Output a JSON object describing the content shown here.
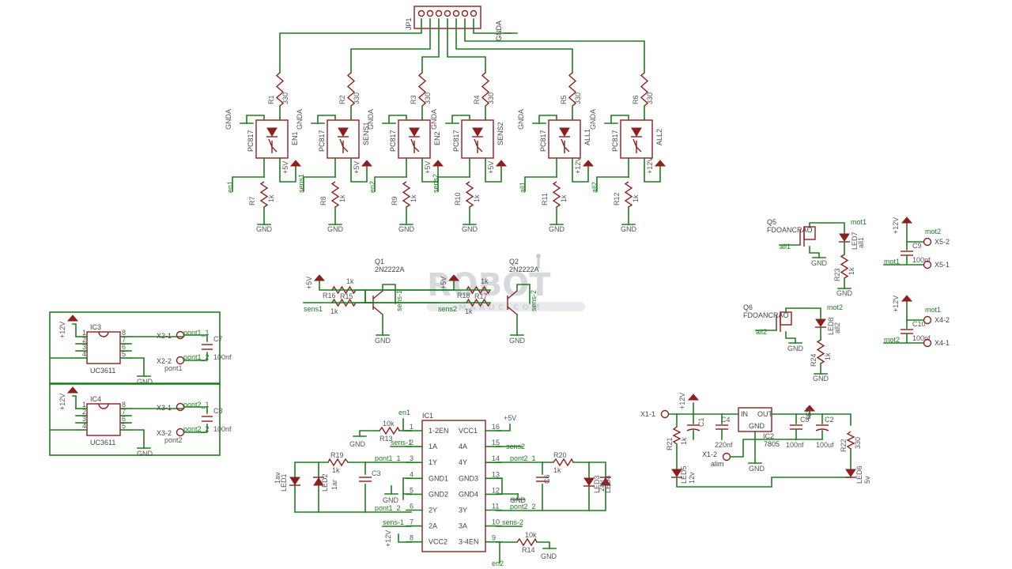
{
  "connector": {
    "name": "JP1",
    "gnd": "GNDA"
  },
  "optos": [
    {
      "ref": "R1",
      "val": "330",
      "opto": "PC817",
      "sig": "EN1",
      "in": "en1",
      "rb": "R7",
      "rbval": "1k",
      "pwr": "+5V",
      "gnd": "GND",
      "gnda": "GNDA"
    },
    {
      "ref": "R2",
      "val": "330",
      "opto": "PC817",
      "sig": "SENS1",
      "in": "sens1",
      "rb": "R8",
      "rbval": "1k",
      "pwr": "+5V",
      "gnd": "GND",
      "gnda": "GNDA"
    },
    {
      "ref": "R3",
      "val": "330",
      "opto": "PC817",
      "sig": "EN2",
      "in": "en2",
      "rb": "R9",
      "rbval": "1k",
      "pwr": "+5V",
      "gnd": "GND",
      "gnda": "GNDA"
    },
    {
      "ref": "R4",
      "val": "330",
      "opto": "PC817",
      "sig": "SENS2",
      "in": "sens2",
      "rb": "R10",
      "rbval": "1k",
      "pwr": "+5V",
      "gnd": "GND",
      "gnda": "GNDA"
    },
    {
      "ref": "R5",
      "val": "330",
      "opto": "PC817",
      "sig": "ALL1",
      "in": "all1",
      "rb": "R11",
      "rbval": "1k",
      "pwr": "+12V",
      "gnd": "GND",
      "gnda": "GNDA"
    },
    {
      "ref": "R6",
      "val": "330",
      "opto": "PC817",
      "sig": "ALL2",
      "in": "all2",
      "rb": "R12",
      "rbval": "1k",
      "pwr": "+12V",
      "gnd": "GND",
      "gnda": "GNDA"
    }
  ],
  "transistors": [
    {
      "ref": "Q1",
      "val": "2N2222A",
      "r_top": "R15",
      "r_top_val": "1k",
      "r_bot": "R16",
      "r_bot_val": "1k",
      "in": "sens1",
      "out": "sens-1",
      "pwr": "+5V",
      "gnd": "GND"
    },
    {
      "ref": "Q2",
      "val": "2N2222A",
      "r_top": "R17",
      "r_top_val": "1k",
      "r_bot": "R18",
      "r_bot_val": "1k",
      "in": "sens2",
      "out": "sens-2",
      "pwr": "+5V",
      "gnd": "GND"
    }
  ],
  "sensors": [
    {
      "ref": "IC3",
      "val": "UC3611",
      "pwr": "+12V",
      "gnd": "GND",
      "x1": "X2-1",
      "x2": "X2-2",
      "cap": "C7",
      "capval": "100nf",
      "n1": "pont1_1",
      "n2": "pont1_2",
      "n3": "pont1"
    },
    {
      "ref": "IC4",
      "val": "UC3611",
      "pwr": "+12V",
      "gnd": "GND",
      "x1": "X3-1",
      "x2": "X3-2",
      "cap": "C8",
      "capval": "100nf",
      "n1": "pont2_1",
      "n2": "pont2_2",
      "n3": "pont2"
    }
  ],
  "driver": {
    "ref": "IC1",
    "left_pins": [
      {
        "n": "1",
        "l": "1-2EN"
      },
      {
        "n": "2",
        "l": "1A"
      },
      {
        "n": "3",
        "l": "1Y"
      },
      {
        "n": "4",
        "l": "GND1"
      },
      {
        "n": "5",
        "l": "GND2"
      },
      {
        "n": "6",
        "l": "2Y"
      },
      {
        "n": "7",
        "l": "2A"
      },
      {
        "n": "8",
        "l": "VCC2"
      }
    ],
    "right_pins": [
      {
        "n": "16",
        "l": "VCC1"
      },
      {
        "n": "15",
        "l": "4A"
      },
      {
        "n": "14",
        "l": "4Y"
      },
      {
        "n": "13",
        "l": "GND3"
      },
      {
        "n": "12",
        "l": "GND4"
      },
      {
        "n": "11",
        "l": "3Y"
      },
      {
        "n": "10",
        "l": "3A"
      },
      {
        "n": "9",
        "l": "3-4EN"
      }
    ],
    "nets": {
      "en1": "en1",
      "sens1": "sens-1",
      "pont1_1": "pont1_1",
      "pont1_2": "pont1_2",
      "sens1b": "sens-1",
      "en2": "en2",
      "sens2": "sens2",
      "pont2_1": "pont2_1",
      "pont2_2": "pont2_2",
      "sens2b": "sens-2",
      "p5": "+5V",
      "p12": "+12V",
      "gnd": "GND"
    },
    "r13": "R13",
    "r13v": "10k",
    "r14": "R14",
    "r14v": "10k",
    "r19": "R19",
    "r19v": "1k",
    "r20": "R20",
    "r20v": "1k",
    "c3": "C3",
    "c6": "C6",
    "led1": "LED1",
    "led1n": "1av",
    "led2": "LED2",
    "led2n": "1ar",
    "led3": "LED3",
    "led3n": "2av",
    "led4": "LED4",
    "led4n": "2ar"
  },
  "mosfets": [
    {
      "ref": "Q5",
      "val": "FDOANCRAO",
      "in": "all1",
      "net": "mot1",
      "led": "LED7",
      "ledn": "all1",
      "r": "R23",
      "rv": "1k",
      "gnd": "GND"
    },
    {
      "ref": "Q6",
      "val": "FDOANCRAO",
      "in": "all2",
      "net": "mot2",
      "led": "LED8",
      "ledn": "all2",
      "r": "R24",
      "rv": "1k",
      "gnd": "GND"
    }
  ],
  "motors": [
    {
      "pwr": "+12V",
      "net": "mot2",
      "cap": "C9",
      "capval": "100nf",
      "a": "X5-2",
      "b": "X5-1",
      "netb": "mot1"
    },
    {
      "pwr": "+12V",
      "net": "mot1",
      "cap": "C10",
      "capval": "100nf",
      "a": "X4-2",
      "b": "X4-1",
      "netb": "mot2"
    }
  ],
  "regulator": {
    "ref": "IC2",
    "val": "7805",
    "in": "IN",
    "out": "OUT",
    "gnd": "GND",
    "x1": "X1-1",
    "x2": "X1-2",
    "alim": "alim",
    "c1": "C1",
    "c4": "C4",
    "c4v": "220nf",
    "c5": "C5",
    "c5v": "100nf",
    "c2": "C2",
    "c2v": "100uf",
    "r21": "R21",
    "r21v": "1k",
    "led5": "LED5",
    "led5n": "12v",
    "r22": "R22",
    "r22v": "330",
    "led6": "LED6",
    "led6n": "5v",
    "p12": "+12V",
    "p5": "+5V",
    "gndnet": "GND"
  },
  "watermark": {
    "title": "ROBOT",
    "sub": "MAROC.COM"
  }
}
